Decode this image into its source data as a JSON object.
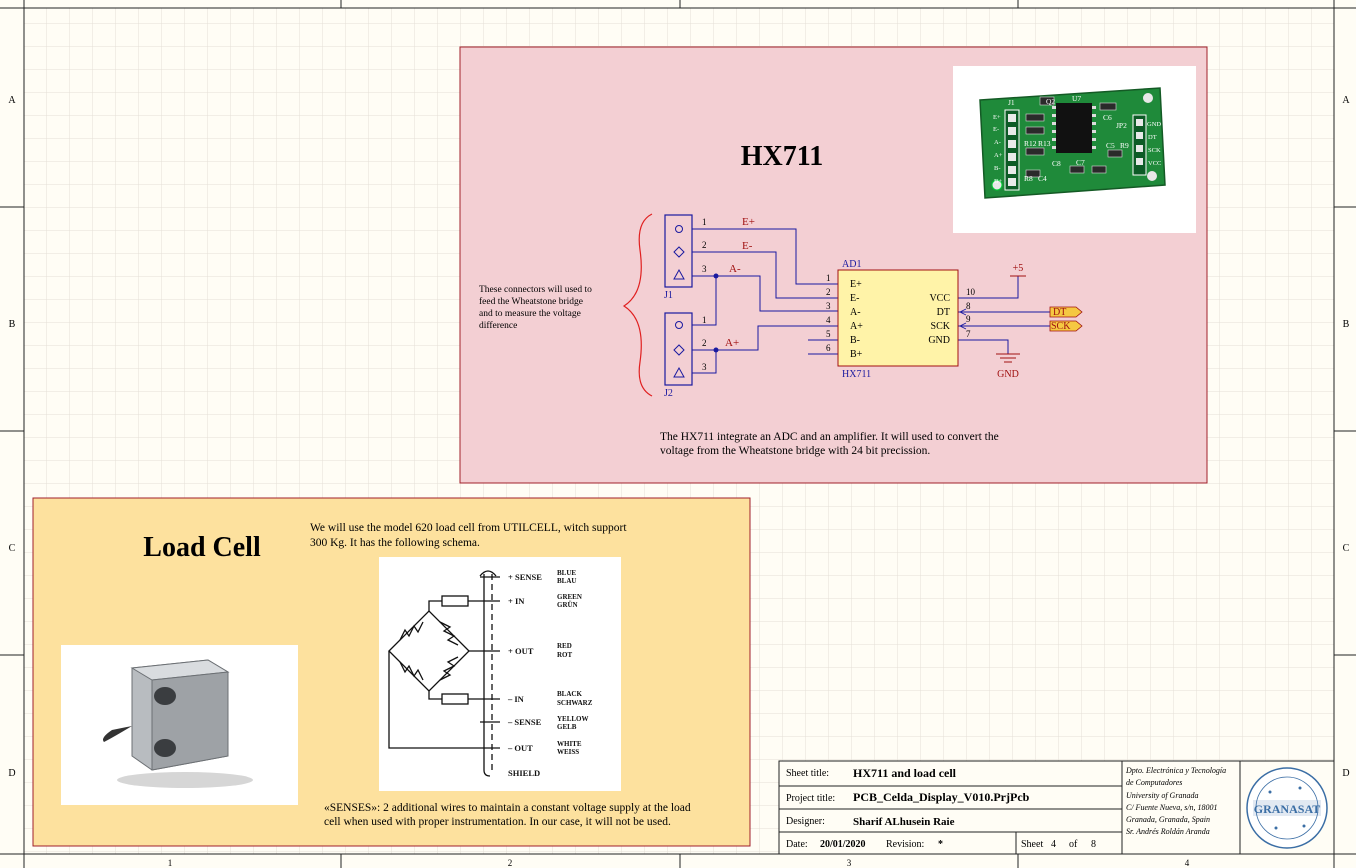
{
  "frame": {
    "row_labels": [
      "A",
      "B",
      "C",
      "D"
    ],
    "col_labels": [
      "1",
      "2",
      "3",
      "4"
    ]
  },
  "hx711_panel": {
    "title": "HX711",
    "note_connectors": [
      "These connectors will used to",
      "feed the Wheatstone bridge",
      "and to measure the voltage",
      "difference"
    ],
    "description": [
      "The HX711 integrate an ADC and an amplifier. It will used to convert the",
      "voltage from the Wheatstone bridge with 24 bit precission."
    ],
    "board_labels": {
      "j1": "J1",
      "q2": "Q2",
      "u7": "U7",
      "c6": "C6",
      "jp2": "JP2",
      "r12": "R12",
      "r13": "R13",
      "c5": "C5",
      "r9": "R9",
      "c8": "C8",
      "c7": "C7",
      "r8": "R8",
      "c4": "C4",
      "left_pins": [
        "E+",
        "E-",
        "A-",
        "A+",
        "B-",
        "B+"
      ],
      "right_pins": [
        "GND",
        "DT",
        "SCK",
        "VCC"
      ]
    }
  },
  "schematic": {
    "j1_label": "J1",
    "j2_label": "J2",
    "j1_pins": [
      "1",
      "2",
      "3"
    ],
    "j2_pins": [
      "1",
      "2",
      "3"
    ],
    "net_e_plus": "E+",
    "net_e_minus": "E-",
    "net_a_minus": "A-",
    "net_a_plus": "A+",
    "ic_ref": "AD1",
    "ic_name": "HX711",
    "ic_left_pins": [
      "E+",
      "E-",
      "A-",
      "A+",
      "B-",
      "B+"
    ],
    "ic_left_nums": [
      "1",
      "2",
      "3",
      "4",
      "5",
      "6"
    ],
    "ic_right_pins": [
      "VCC",
      "DT",
      "SCK",
      "GND"
    ],
    "ic_right_nums": [
      "10",
      "8",
      "9",
      "7"
    ],
    "power_label": "+5",
    "gnd_label": "GND",
    "port_dt": "DT",
    "port_sck": "SCK"
  },
  "loadcell_panel": {
    "title": "Load Cell",
    "intro": [
      "We will use the model 620 load cell from UTILCELL, witch support",
      "300 Kg. It has the following schema."
    ],
    "senses_note": [
      "«SENSES»: 2 additional wires to maintain a constant voltage supply at the load",
      "cell when used with proper instrumentation. In our case, it will not be used."
    ],
    "wiring": [
      {
        "label": "+ SENSE",
        "en": "BLUE",
        "de": "BLAU"
      },
      {
        "label": "+ IN",
        "en": "GREEN",
        "de": "GRÜN"
      },
      {
        "label": "+ OUT",
        "en": "RED",
        "de": "ROT"
      },
      {
        "label": "–  IN",
        "en": "BLACK",
        "de": "SCHWARZ"
      },
      {
        "label": "– SENSE",
        "en": "YELLOW",
        "de": "GELB"
      },
      {
        "label": "– OUT",
        "en": "WHITE",
        "de": "WEISS"
      },
      {
        "label": "SHIELD",
        "en": "",
        "de": ""
      }
    ]
  },
  "title_block": {
    "sheet_title_label": "Sheet title:",
    "sheet_title": "HX711 and load cell",
    "project_title_label": "Project title:",
    "project_title": "PCB_Celda_Display_V010.PrjPcb",
    "designer_label": "Designer:",
    "designer": "Sharif ALhusein Raie",
    "date_label": "Date:",
    "date": "20/01/2020",
    "revision_label": "Revision:",
    "revision": "*",
    "sheet_label": "Sheet",
    "sheet_num": "4",
    "of_label": "of",
    "sheet_total": "8",
    "org_lines": [
      "Dpto. Electrónica y Tecnología",
      "de Computadores",
      "University of Granada",
      "C/ Fuente Nueva, s/n, 18001",
      "Granada, Granada, Spain",
      "Sr. Andrés Roldán Aranda"
    ],
    "logo_text": "GRANASAT"
  },
  "colors": {
    "hx_panel_bg": "#f3cfd3",
    "hx_panel_border": "#a0202a",
    "lc_panel_bg": "#fde19e",
    "lc_panel_border": "#a0202a",
    "wire": "#1a1aa0",
    "net_label": "#a01010",
    "ic_fill": "#fff3a8",
    "pcb_green": "#1f8a3a",
    "brace": "#e02020",
    "port_fill": "#f5c842"
  }
}
